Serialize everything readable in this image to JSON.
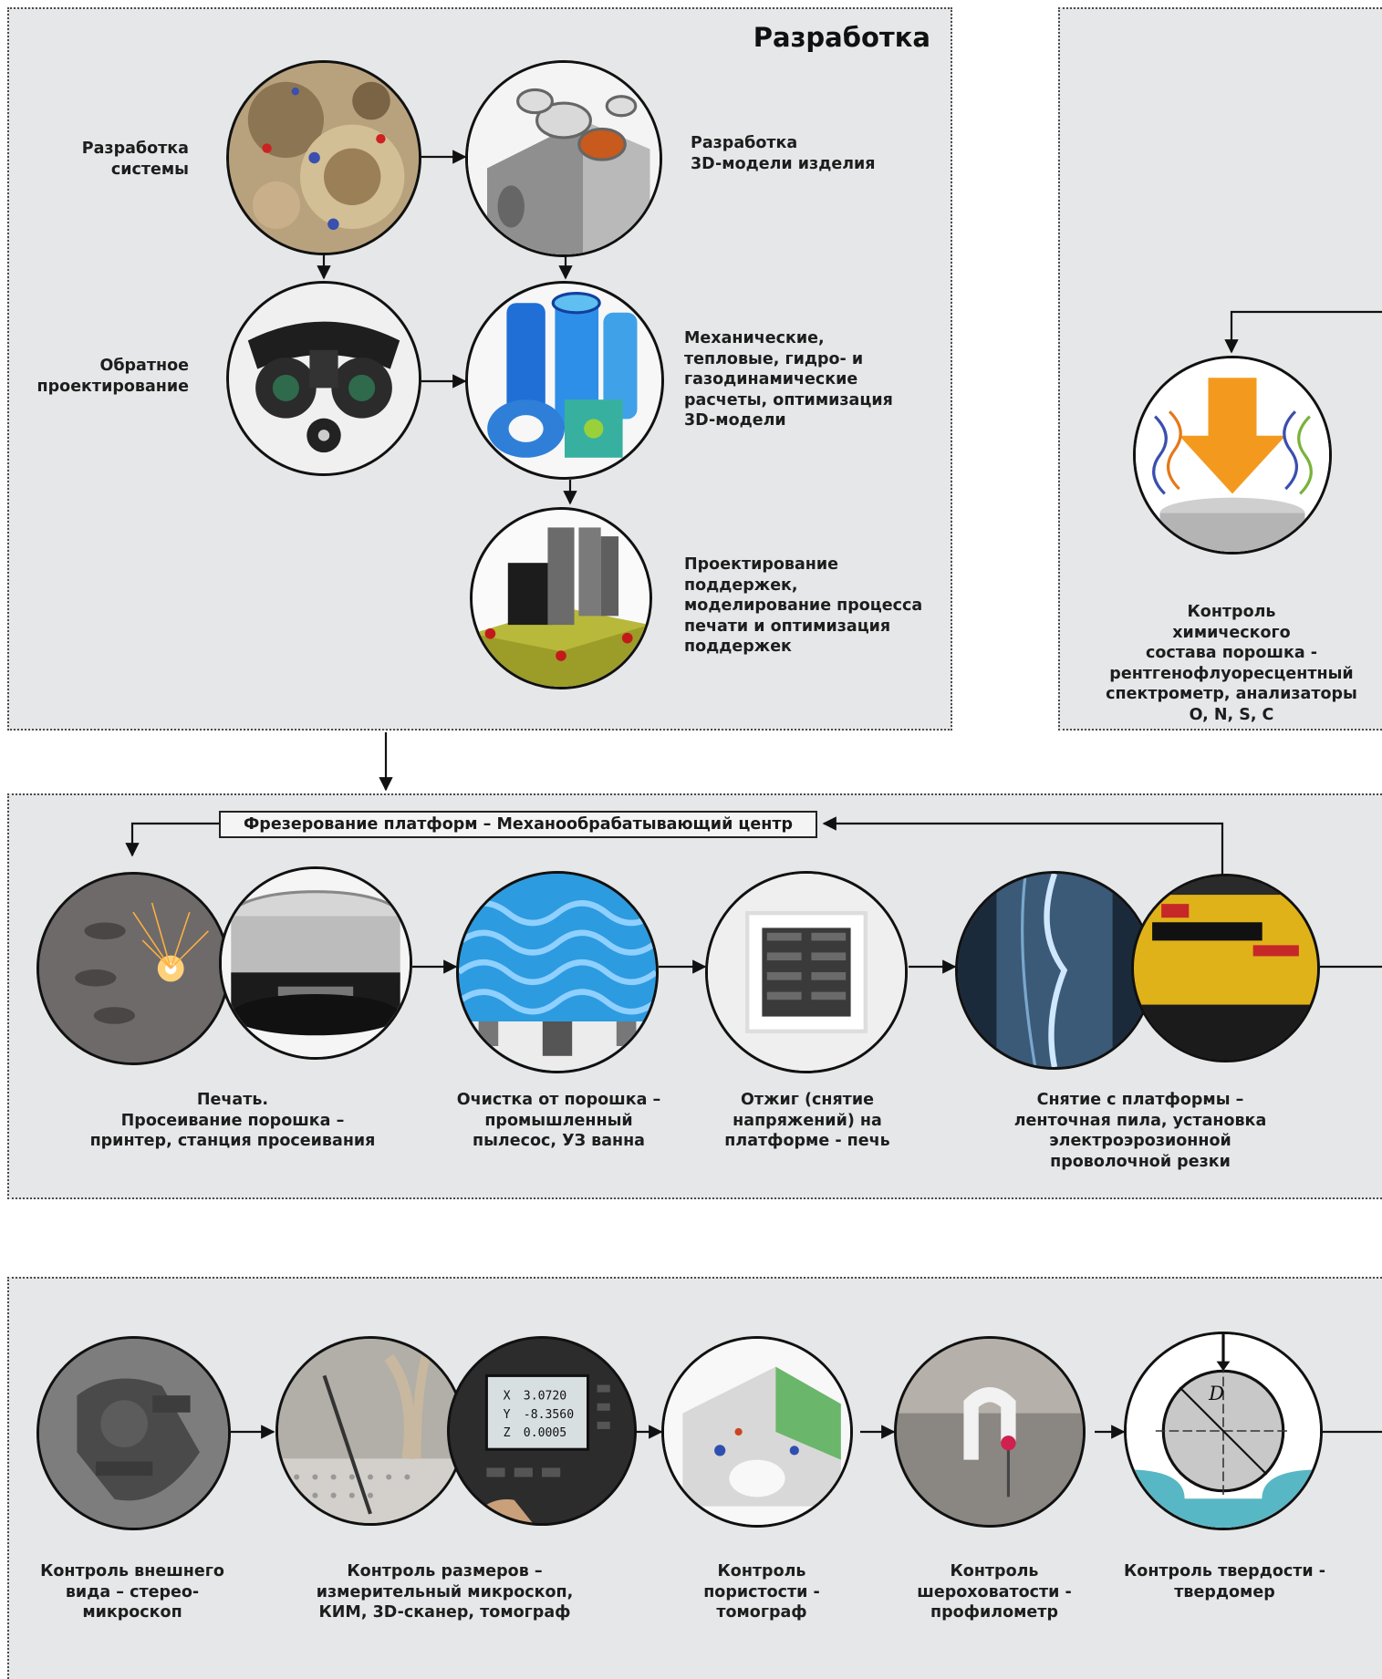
{
  "development": {
    "title": "Разработка",
    "system_label": "Разработка\nсистемы",
    "model_label": "Разработка\n3D-модели изделия",
    "reverse_label": "Обратное\nпроектирование",
    "calc_label": "Механические,\nтепловые, гидро- и\nгазодинамические\nрасчеты, оптимизация\n3D-модели",
    "supports_label": "Проектирование\nподдержек,\nмоделирование процесса\nпечати и оптимизация\nподдержек"
  },
  "chem_control": {
    "label": "Контроль\nхимического\nсостава порошка -\nрентгенофлуоресцентный\nспектрометр, анализаторы\nO, N, S, C"
  },
  "production": {
    "milling_label": "Фрезерование платформ – Механообрабатывающий центр",
    "print_label": "Печать.\nПросеивание порошка –\nпринтер, станция просеивания",
    "cleaning_label": "Очистка от порошка –\nпромышленный\nпылесос, УЗ ванна",
    "annealing_label": "Отжиг (снятие\nнапряжений) на\nплатформе - печь",
    "removal_label": "Снятие с платформы –\nленточная пила, установка\nэлектроэрозионной\nпроволочной резки"
  },
  "quality": {
    "visual_label": "Контроль внешнего\nвида – стерео-\nмикроскоп",
    "dimensions_label": "Контроль размеров –\nизмерительный микроскоп,\nКИМ, 3D-сканер, томограф",
    "porosity_label": "Контроль\nпористости -\nтомограф",
    "roughness_label": "Контроль\nшероховатости -\nпрофилометр",
    "hardness_label": "Контроль твердости -\nтвердомер",
    "screen_values": [
      "3.0720",
      "-8.3560",
      "0.0005"
    ],
    "screen_axes": [
      "X",
      "Y",
      "Z"
    ],
    "hardness_symbol": "D"
  },
  "colors": {
    "panel_bg": "#e6e7e8",
    "border": "#4a4a4a",
    "arrow": "#111111",
    "accent_orange": "#f39a1e",
    "accent_blue": "#3aa0e0"
  },
  "icons": [
    "watch-mechanism-image",
    "cad-block-image",
    "3d-scanner-image",
    "fea-simulation-image",
    "support-structure-image",
    "xrf-spectrometer-image",
    "laser-printing-image",
    "sieve-image",
    "ultrasonic-bath-image",
    "furnace-image",
    "edm-wire-image",
    "band-saw-image",
    "stereo-microscope-image",
    "measuring-microscope-image",
    "ct-scan-image",
    "profilometer-image",
    "hardness-tester-image"
  ]
}
